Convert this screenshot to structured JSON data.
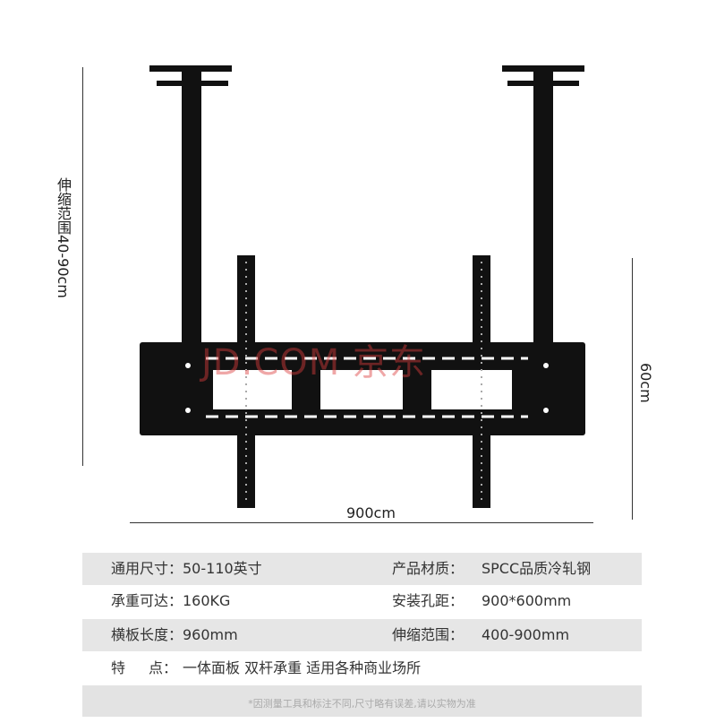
{
  "dimensions": {
    "height_label": "伸缩范围40-90cm",
    "width_label": "900cm",
    "plate_label": "60cm"
  },
  "watermark": "JD.COM 京东",
  "specs": [
    {
      "label": "通用尺寸：",
      "value": "50-110英寸",
      "label2": "产品材质：",
      "value2": "SPCC品质冷轧钢"
    },
    {
      "label": "承重可达：",
      "value": "160KG",
      "label2": "安装孔距：",
      "value2": "900*600mm"
    },
    {
      "label": "横板长度：",
      "value": "960mm",
      "label2": "伸缩范围：",
      "value2": "400-900mm"
    }
  ],
  "feature": {
    "label1": "特",
    "label2": "点：",
    "value": "一体面板 双杆承重 适用各种商业场所"
  },
  "footer": "*因测量工具和标注不同,尺寸略有误差,请以实物为准"
}
